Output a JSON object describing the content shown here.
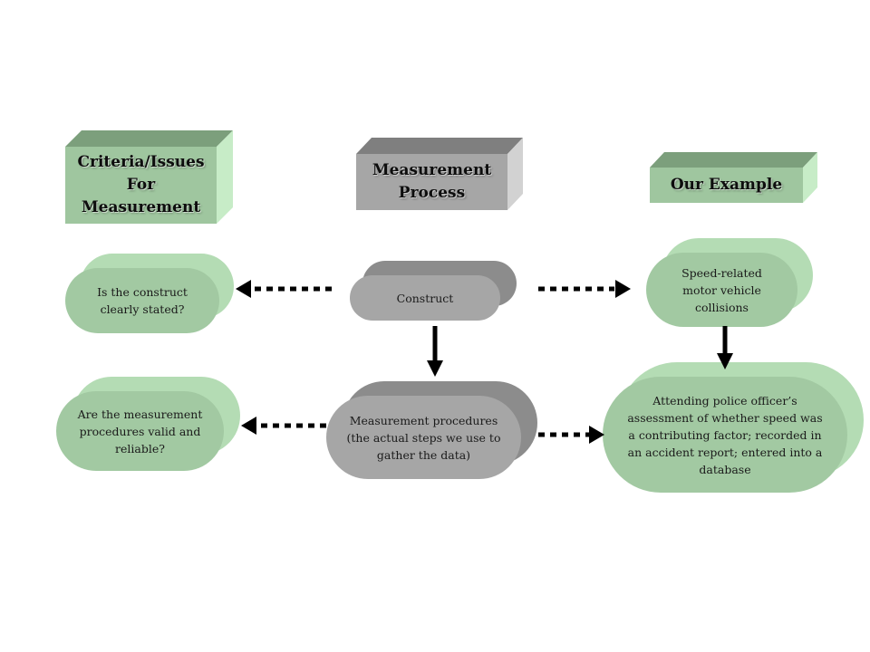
{
  "headers": {
    "criteria": "Criteria/Issues\nFor\nMeasurement",
    "process": "Measurement\nProcess",
    "example": "Our Example"
  },
  "criteria_items": {
    "construct_question": "Is the construct\nclearly stated?",
    "validity_question": "Are the measurement\nprocedures valid and\nreliable?"
  },
  "process_items": {
    "construct": "Construct",
    "procedures": "Measurement procedures\n(the actual steps we use to\ngather the data)"
  },
  "example_items": {
    "construct_example": "Speed-related\nmotor vehicle\ncollisions",
    "procedures_example": "Attending police officer’s\nassessment of whether speed was\na contributing factor; recorded in\nan accident report; entered into a\ndatabase"
  },
  "colors": {
    "green_front": "#9fc69f",
    "green_top": "#7c9f7c",
    "green_side": "#c7ecc7",
    "green_pill": "#a2c9a2",
    "green_pill_back": "#b4dcb4",
    "gray_front": "#a6a6a6",
    "gray_top": "#7f7f7f",
    "gray_side": "#cfcfcf",
    "gray_pill": "#a0a0a0",
    "gray_pill_back": "#8a8a8a",
    "arrow": "#000000"
  }
}
